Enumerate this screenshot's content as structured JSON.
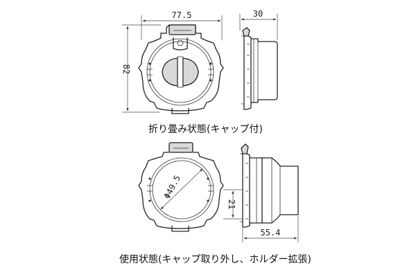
{
  "folded": {
    "caption": "折り畳み状態(キャップ付)",
    "width": "77.5",
    "height": "82",
    "depth": "30"
  },
  "in_use": {
    "caption": "使用状態(キャップ取り外し、ホルダー拡張)",
    "diameter": "Φ49.5",
    "offset": "21",
    "depth": "55.4"
  }
}
